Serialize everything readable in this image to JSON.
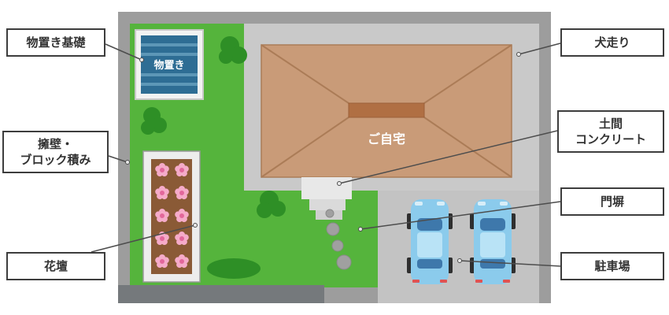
{
  "plan": {
    "house_label": "ご自宅",
    "shed_label": "物置き"
  },
  "labels": {
    "shed_foundation": "物置き基礎",
    "retaining_wall": "擁壁・\nブロック積み",
    "flower_bed": "花壇",
    "dog_run": "犬走り",
    "doma_concrete": "土間\nコンクリート",
    "gate_wall": "門塀",
    "parking": "駐車場"
  },
  "colors": {
    "lawn_green": "#55b43c",
    "bush_green": "#2e8f26",
    "house_roof_brown": "#c99b78",
    "roof_ridge_brown": "#b06f43",
    "shed_blue": "#2e6d94",
    "soil_brown": "#8a5a36",
    "flower_pink": "#f5abc9",
    "flower_center_pink": "#e2679b",
    "car_body_blue": "#8bcbec",
    "car_window_blue": "#3e78ab",
    "concrete_gray": "#9d9d9d",
    "dog_run_gray": "#c9c9c9",
    "parking_gray": "#c3c3c3",
    "retaining_dark_gray": "#75797c"
  }
}
